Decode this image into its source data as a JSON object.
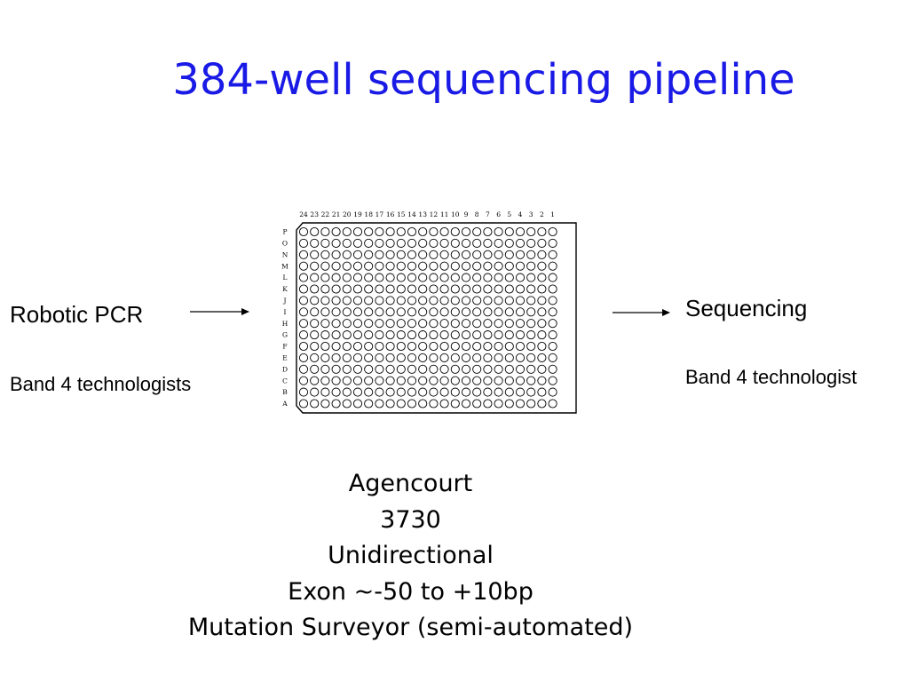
{
  "slide": {
    "title": "384-well sequencing pipeline"
  },
  "left": {
    "step": "Robotic PCR",
    "staff": "Band 4 technologists"
  },
  "right": {
    "step": "Sequencing",
    "staff": "Band 4 technologist"
  },
  "plate": {
    "columns": [
      "24",
      "23",
      "22",
      "21",
      "20",
      "19",
      "18",
      "17",
      "16",
      "15",
      "14",
      "13",
      "12",
      "11",
      "10",
      "9",
      "8",
      "7",
      "6",
      "5",
      "4",
      "3",
      "2",
      "1"
    ],
    "rows": [
      "P",
      "O",
      "N",
      "M",
      "L",
      "K",
      "J",
      "I",
      "H",
      "G",
      "F",
      "E",
      "D",
      "C",
      "B",
      "A"
    ]
  },
  "details": {
    "lines": [
      "Agencourt",
      "3730",
      "Unidirectional",
      "Exon ~-50 to +10bp",
      "Mutation Surveyor (semi-automated)"
    ]
  },
  "colors": {
    "title": "#1a1ae6",
    "text": "#000000"
  }
}
